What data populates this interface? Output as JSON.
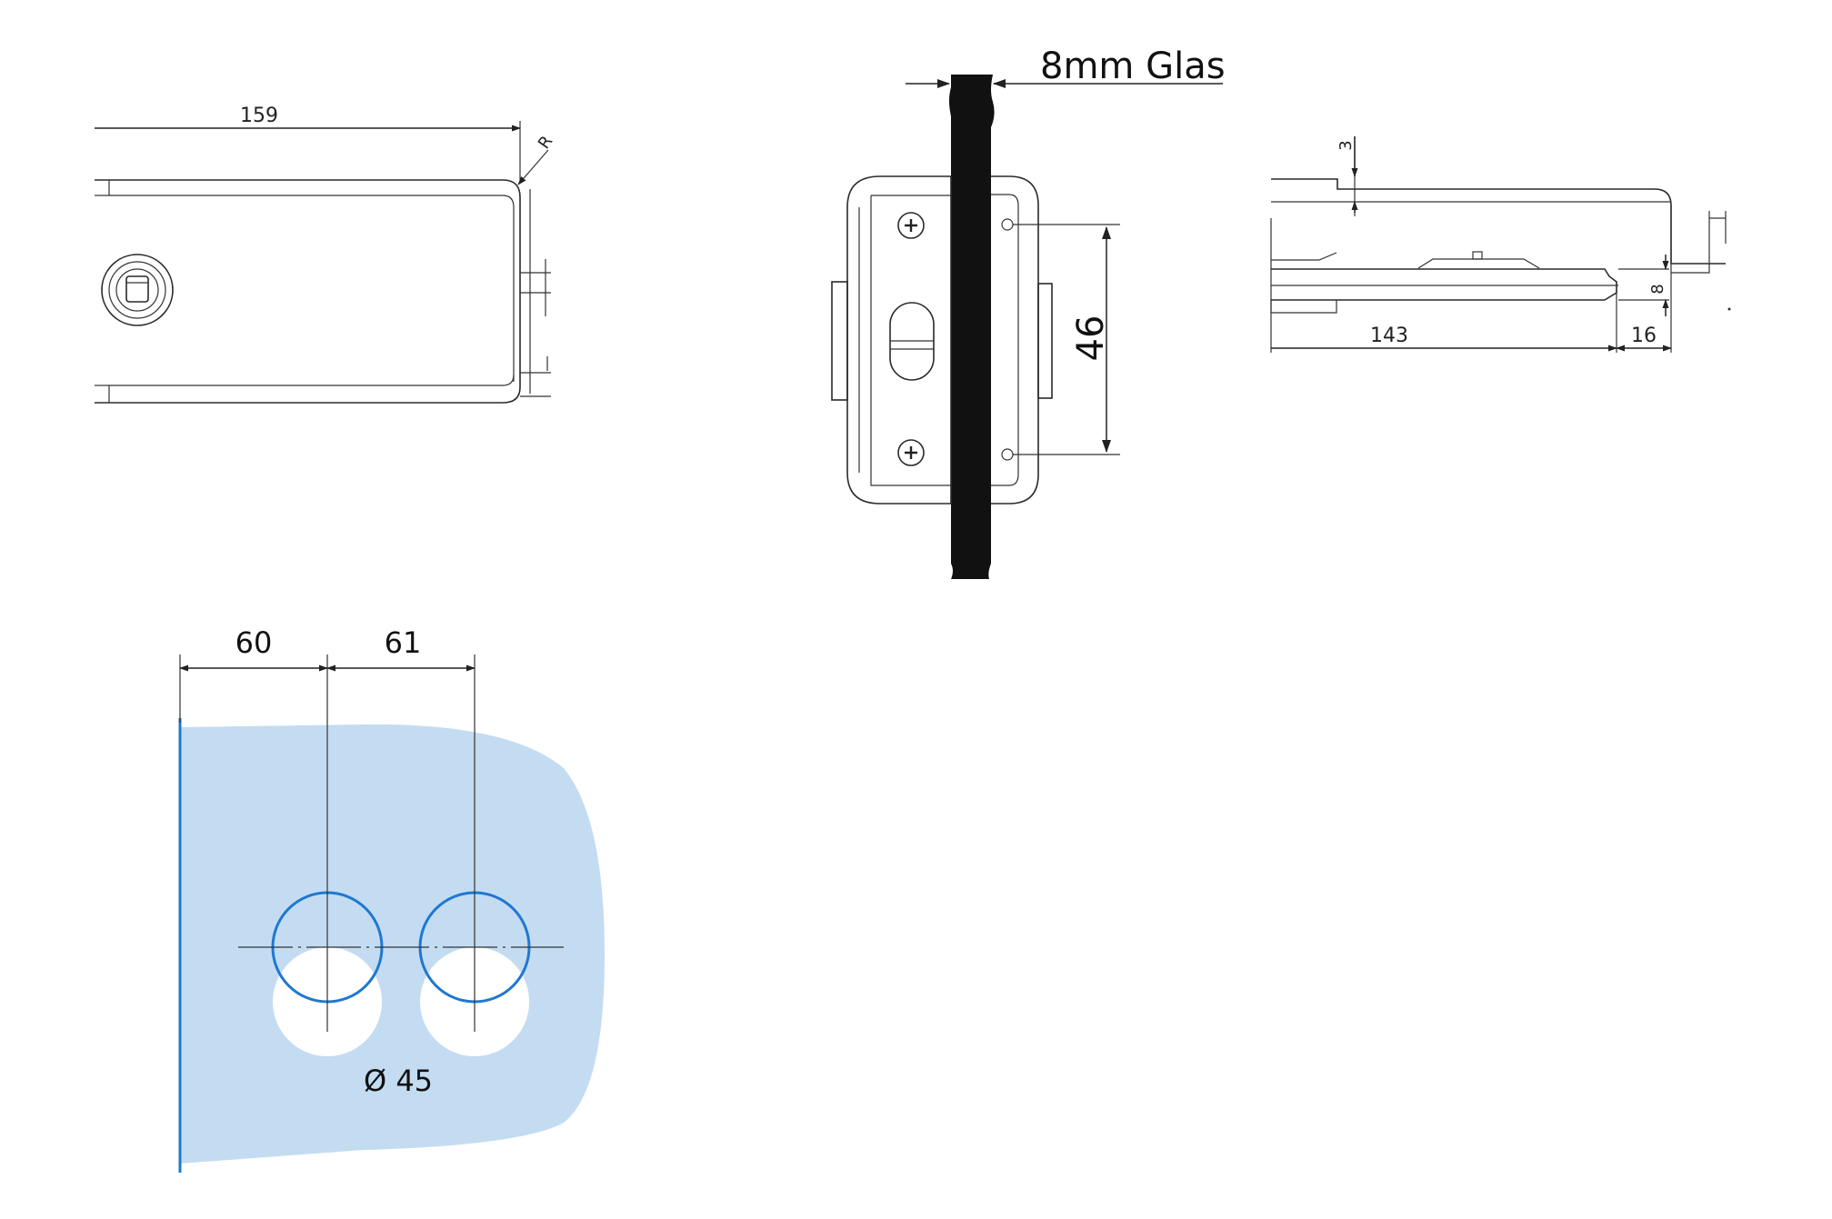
{
  "top_left_view": {
    "length_label": "159",
    "corner_label": "R"
  },
  "center_view": {
    "glass_label": "8mm Glas",
    "height_label": "46"
  },
  "right_view": {
    "top_label": "3",
    "side_label": "8",
    "length_label": "143",
    "offset_label": "16"
  },
  "glass_cutout": {
    "dim_first_label": "60",
    "dim_second_label": "61",
    "diameter_label": "Ø 45",
    "glass_color": "#c4dcf2",
    "edge_color": "#1f78d1"
  }
}
